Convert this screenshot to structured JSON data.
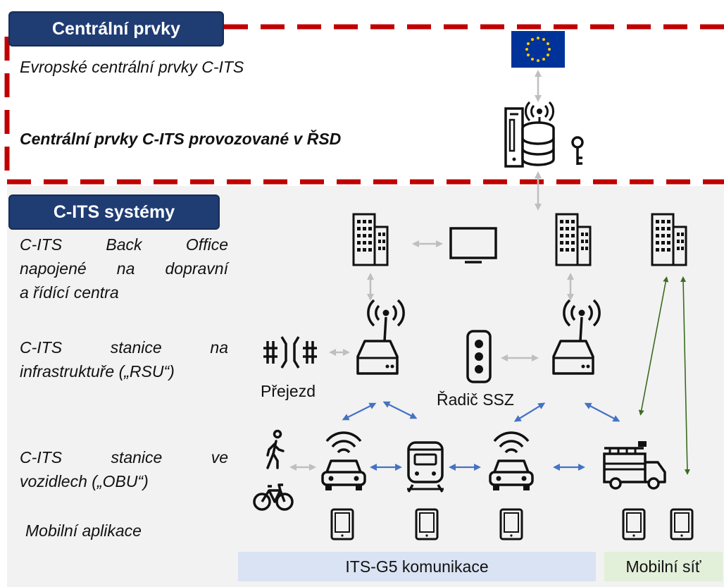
{
  "central": {
    "tag": "Centrální prvky",
    "eu_desc": "Evropské centrální prvky C-ITS",
    "rsd_desc": "Centrální prvky C-ITS provozované v ŘSD"
  },
  "systems": {
    "tag": "C-ITS systémy",
    "back_office": [
      "C-ITS Back Office",
      "napojené na dopravní",
      "a řídící centra"
    ],
    "rsu": [
      "C-ITS stanice na",
      "infrastruktuře („RSU“)"
    ],
    "obu": [
      "C-ITS stanice ve",
      "vozidlech („OBU“)"
    ],
    "mobile_app": "Mobilní aplikace"
  },
  "labels": {
    "crossing": "Přejezd",
    "controller": "Řadič SSZ",
    "g5": "ITS-G5 komunikace",
    "mobile_net": "Mobilní síť"
  },
  "colors": {
    "tag_bg": "#1f3c73",
    "dash_red": "#c00000",
    "g5_band": "#dae3f3",
    "mobile_band": "#e2efd9",
    "blue_arrow": "#4472c4",
    "green_arrow": "#3a6b1f",
    "gray_arrow": "#bfbfbf",
    "eu_blue": "#003399",
    "eu_star": "#ffcc00"
  },
  "icons": [
    "eu-flag-icon",
    "server-database-icon",
    "key-icon",
    "building-icon",
    "monitor-icon",
    "rsu-antenna-icon",
    "traffic-light-icon",
    "railway-crossing-icon",
    "pedestrian-icon",
    "bicycle-icon",
    "connected-car-icon",
    "train-icon",
    "fire-truck-icon",
    "smartphone-icon"
  ]
}
